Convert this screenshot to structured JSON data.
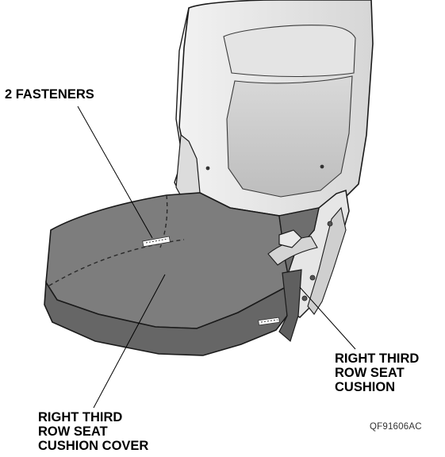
{
  "labels": {
    "fasteners": [
      "2 FASTENERS"
    ],
    "seat_cushion": [
      "RIGHT THIRD",
      "ROW SEAT",
      "CUSHION"
    ],
    "cushion_cover": [
      "RIGHT THIRD",
      "ROW SEAT",
      "CUSHION COVER"
    ]
  },
  "figure_code": "QF91606AC",
  "colors": {
    "cushion_fill": "#7d7d7d",
    "cushion_shadow": "#5f5f5f",
    "seatback_fill": "#e4e4e4",
    "seatback_panel": "#cfcfcf",
    "outline": "#1a1a1a",
    "leader": "#000000"
  }
}
